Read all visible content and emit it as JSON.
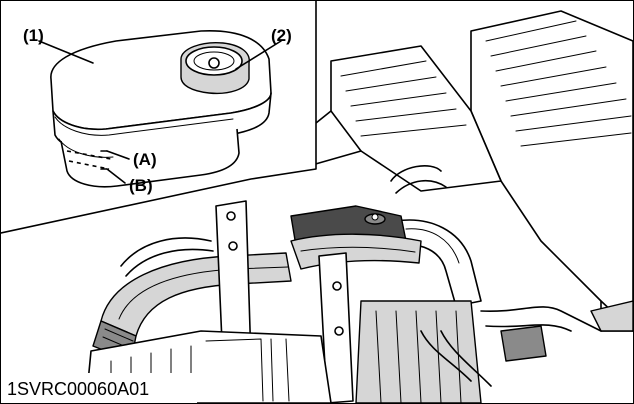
{
  "figure": {
    "code": "1SVRC00060A01",
    "inset": {
      "callouts": {
        "part1": "(1)",
        "part2": "(2)",
        "levelA": "(A)",
        "levelB": "(B)"
      }
    }
  },
  "colors": {
    "line": "#000000",
    "background": "#ffffff",
    "shade_light": "#d6d6d6",
    "shade_mid": "#8a8a8a",
    "shade_dark": "#4a4a4a"
  }
}
